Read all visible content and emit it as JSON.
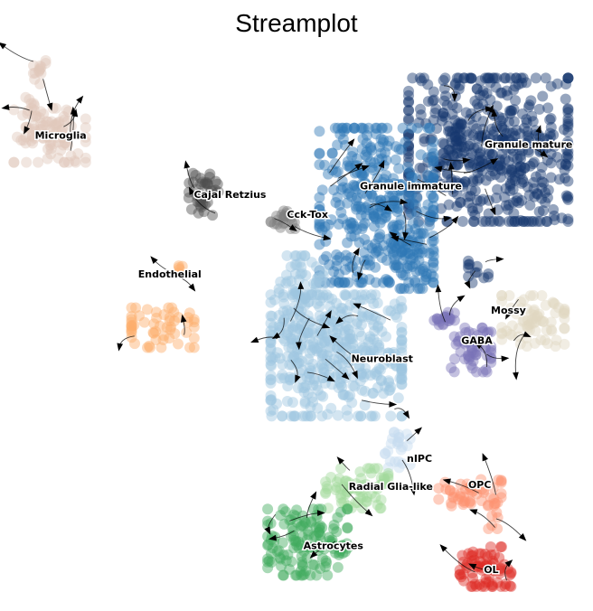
{
  "chart_data": {
    "type": "scatter",
    "title": "Streamplot",
    "xlabel": "",
    "ylabel": "",
    "xlim": [
      0,
      100
    ],
    "ylim": [
      0,
      100
    ],
    "grid": false,
    "legend": "on data",
    "clusters": [
      {
        "name": "Microglia",
        "color": "#dfc7bb",
        "blobs": [
          [
            7.1,
            15.4,
            6.3,
            4.9,
            90
          ],
          [
            5,
            4,
            1.4,
            2.2,
            14
          ],
          [
            3.5,
            10,
            1.2,
            2,
            10
          ]
        ],
        "label_at": [
          9,
          15.4
        ]
      },
      {
        "name": "Cajal Retzius",
        "color": "#4d4d4d",
        "blobs": [
          [
            33.9,
            26,
            2.6,
            3.8,
            40
          ]
        ],
        "label_at": [
          38.5,
          26
        ]
      },
      {
        "name": "Cck-Tox",
        "color": "#7f7f7f",
        "blobs": [
          [
            48,
            30.6,
            2.4,
            1.6,
            22
          ]
        ],
        "label_at": [
          52,
          29.6
        ]
      },
      {
        "name": "Endothelial",
        "color": "#fdae6b",
        "blobs": [
          [
            26.8,
            50,
            5.5,
            3.6,
            55
          ],
          [
            29.6,
            39.8,
            0.8,
            1.2,
            5
          ]
        ],
        "label_at": [
          28,
          40.3
        ]
      },
      {
        "name": "Granule mature",
        "color": "#17386e",
        "blobs": [
          [
            83.5,
            18,
            14,
            13,
            520
          ],
          [
            82,
            40,
            2,
            2,
            12
          ]
        ],
        "label_at": [
          90.5,
          17
        ]
      },
      {
        "name": "Granule immature",
        "color": "#2f77b6",
        "blobs": [
          [
            64,
            28,
            10,
            14,
            380
          ],
          [
            70,
            38,
            4,
            5,
            60
          ]
        ],
        "label_at": [
          70,
          24.5
        ]
      },
      {
        "name": "Neuroblast",
        "color": "#9dc6e0",
        "blobs": [
          [
            57,
            55,
            11.5,
            11,
            420
          ],
          [
            51,
            44,
            4,
            7,
            80
          ]
        ],
        "label_at": [
          65,
          55.5
        ]
      },
      {
        "name": "nIPC",
        "color": "#c6dbef",
        "blobs": [
          [
            67.7,
            72,
            2.2,
            3.2,
            25
          ]
        ],
        "label_at": [
          71.5,
          73.5
        ]
      },
      {
        "name": "Radial Glia-like",
        "color": "#a1d99b",
        "blobs": [
          [
            60.6,
            78.9,
            5.5,
            3.6,
            70
          ]
        ],
        "label_at": [
          66.5,
          78.5
        ]
      },
      {
        "name": "Astrocytes",
        "color": "#41ab5d",
        "blobs": [
          [
            52,
            88.6,
            7,
            6,
            140
          ]
        ],
        "label_at": [
          56.5,
          89.2
        ]
      },
      {
        "name": "OPC",
        "color": "#fc9272",
        "blobs": [
          [
            80.3,
            79.7,
            5.5,
            2.4,
            50
          ],
          [
            84.5,
            84,
            1,
            2.2,
            8
          ]
        ],
        "label_at": [
          82,
          78.2
        ]
      },
      {
        "name": "OL",
        "color": "#de2d26",
        "blobs": [
          [
            83,
            93,
            4.5,
            3.6,
            75
          ]
        ],
        "label_at": [
          84,
          93.5
        ]
      },
      {
        "name": "GABA",
        "color": "#7b73b8",
        "blobs": [
          [
            80.5,
            54,
            3.5,
            4,
            55
          ],
          [
            76,
            48,
            2.2,
            1.5,
            20
          ]
        ],
        "label_at": [
          81.5,
          52.3
        ]
      },
      {
        "name": "Mossy",
        "color": "#e0d7c2",
        "blobs": [
          [
            91.3,
            48.8,
            5.5,
            4.6,
            75
          ]
        ],
        "label_at": [
          87,
          46.8
        ]
      }
    ]
  }
}
